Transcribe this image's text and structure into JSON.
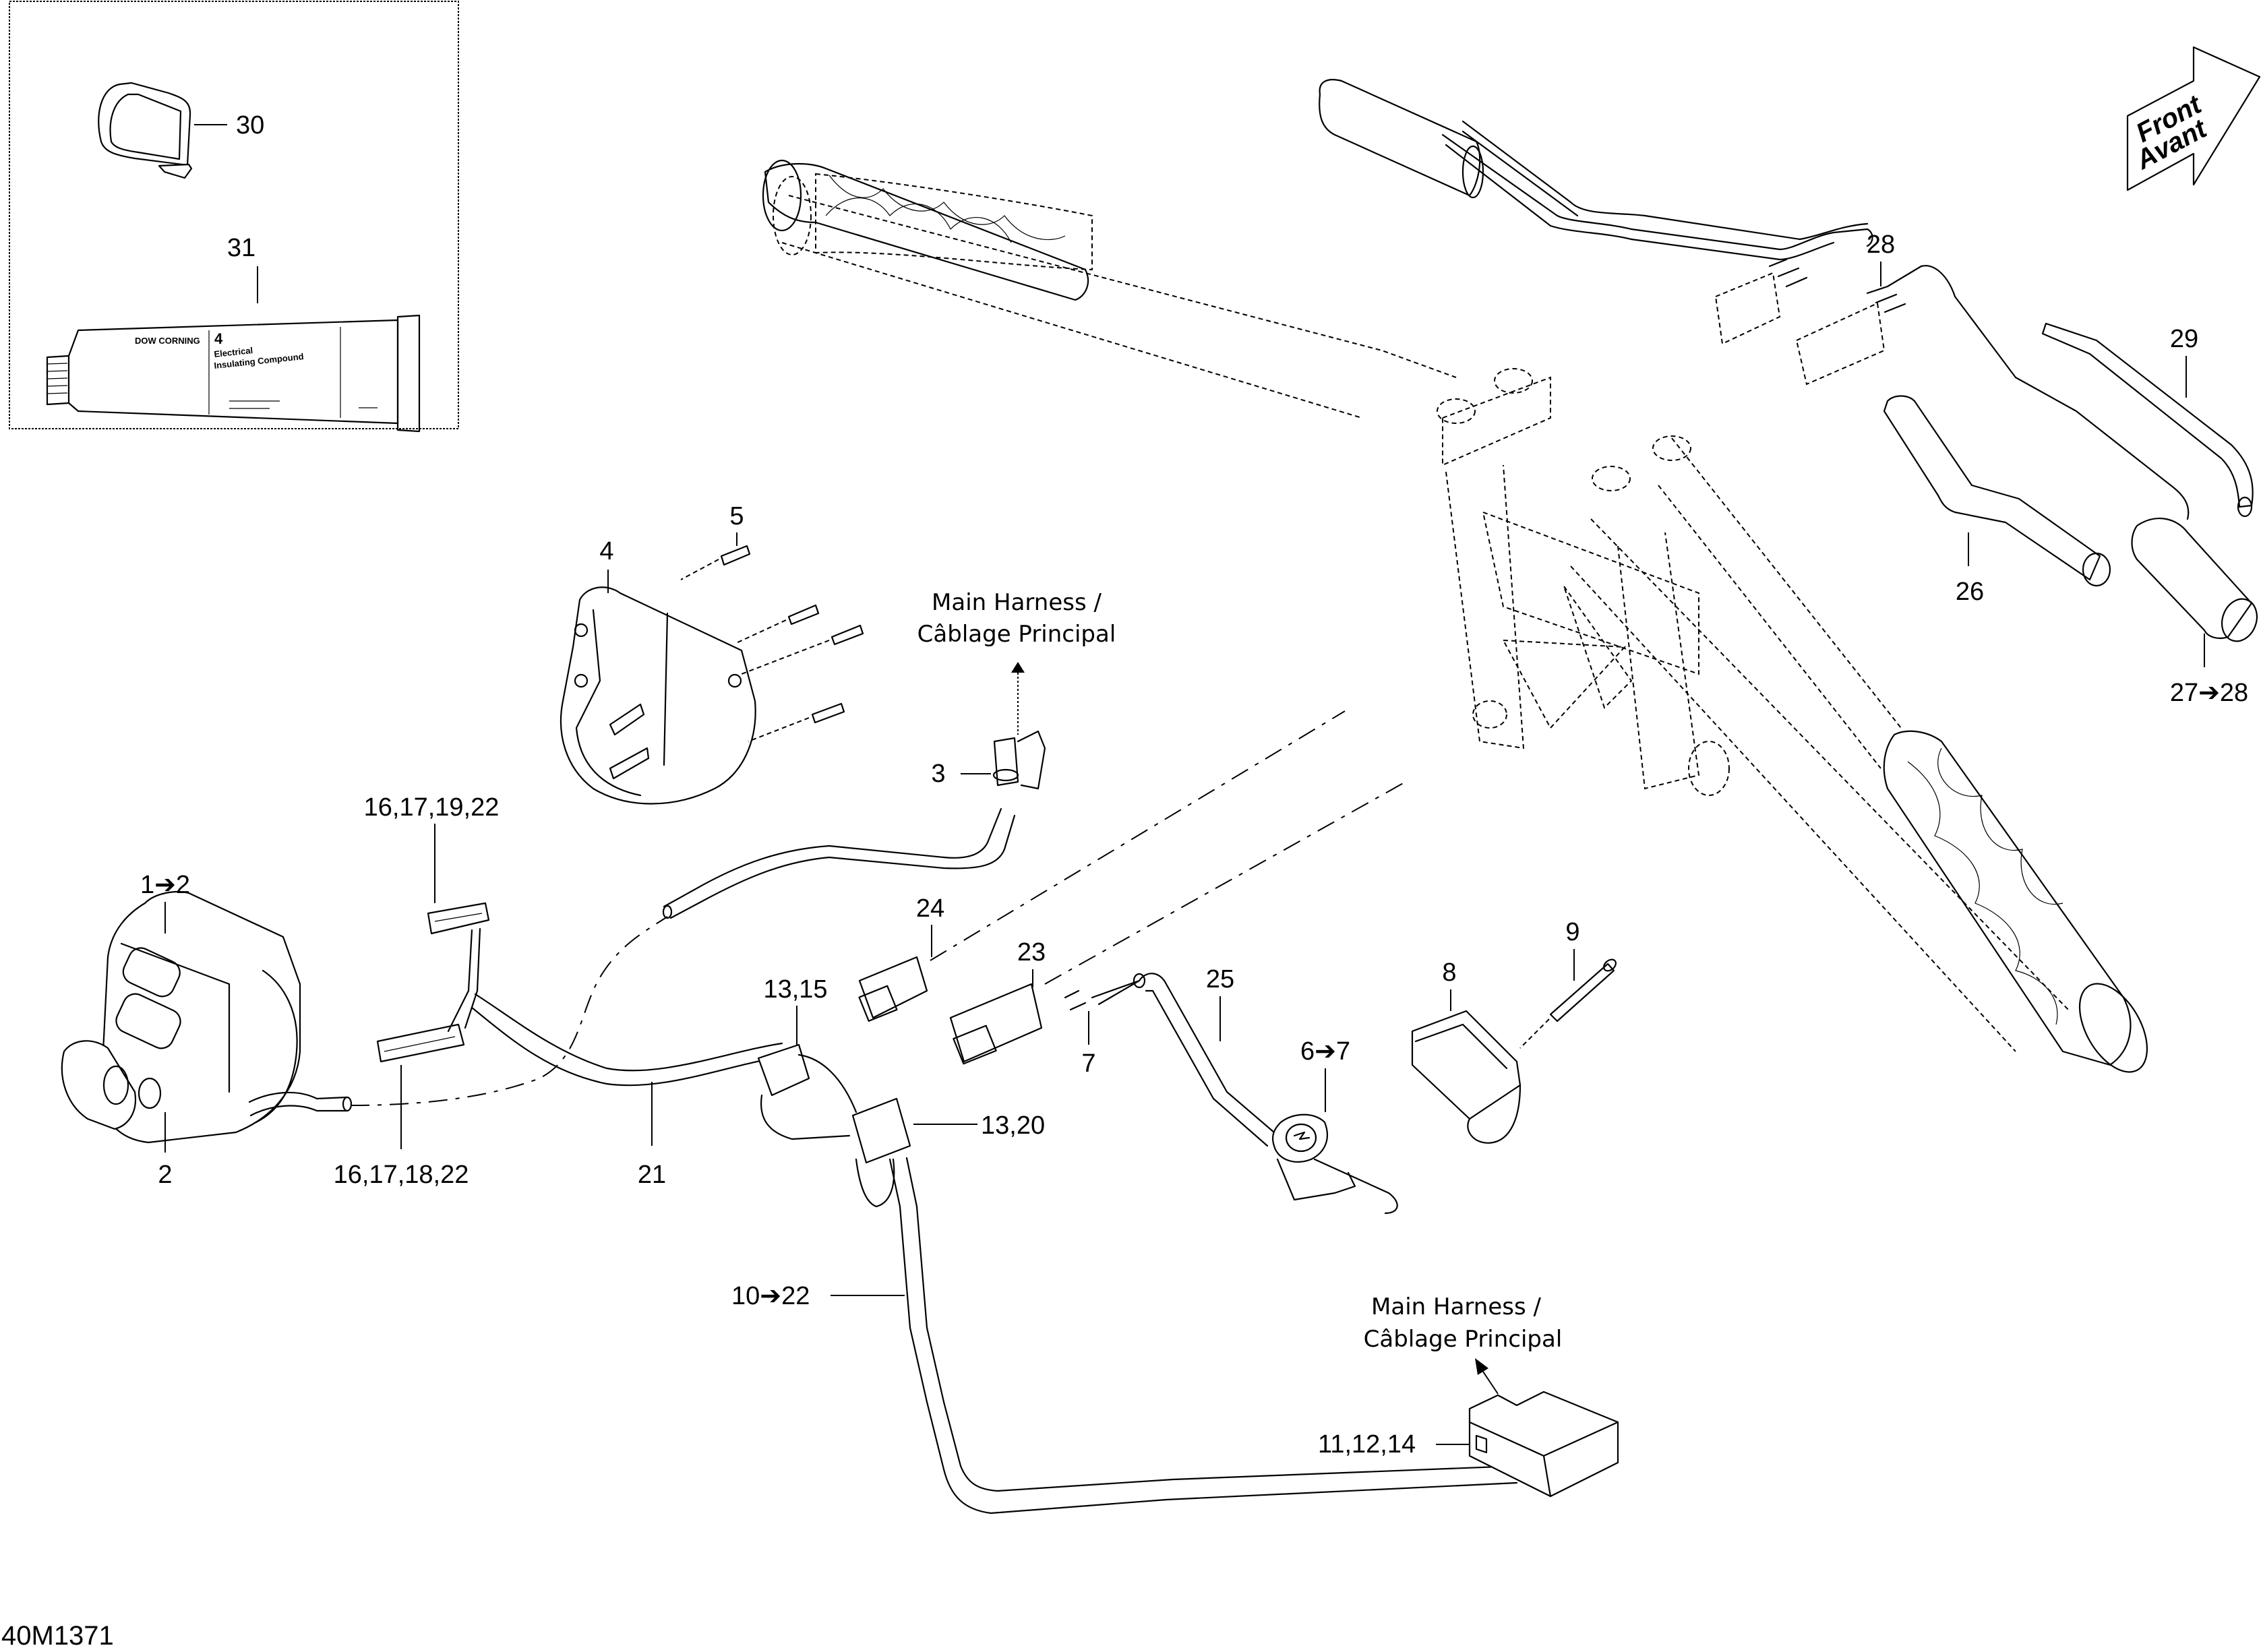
{
  "diagram": {
    "code": "40M1371",
    "direction_arrow": {
      "line1": "Front",
      "line2": "Avant",
      "icon": "front-arrow-icon"
    },
    "notes": {
      "main_harness_upper": {
        "line1": "Main Harness /",
        "line2": "Câblage Principal"
      },
      "main_harness_lower": {
        "line1": "Main Harness /",
        "line2": "Câblage Principal"
      }
    },
    "inset": {
      "items": [
        {
          "ref": "30",
          "part": "cable-tie-clip"
        },
        {
          "ref": "31",
          "part": "dielectric-grease-tube"
        }
      ],
      "tube_label": {
        "brand": "DOW CORNING",
        "number": "4",
        "line1": "Electrical",
        "line2": "Insulating Compound"
      }
    },
    "callouts": {
      "c30": "30",
      "c31": "31",
      "c5": "5",
      "c4": "4",
      "c3": "3",
      "c1_2": "1➔2",
      "c2": "2",
      "c16_17_19_22": "16,17,19,22",
      "c16_17_18_22": "16,17,18,22",
      "c21": "21",
      "c13_15": "13,15",
      "c13_20": "13,20",
      "c10_22": "10➔22",
      "c24": "24",
      "c23": "23",
      "c7": "7",
      "c25": "25",
      "c6_7": "6➔7",
      "c8": "8",
      "c9": "9",
      "c11_12_14": "11,12,14",
      "c28": "28",
      "c29": "29",
      "c26": "26",
      "c27_28": "27➔28"
    }
  }
}
